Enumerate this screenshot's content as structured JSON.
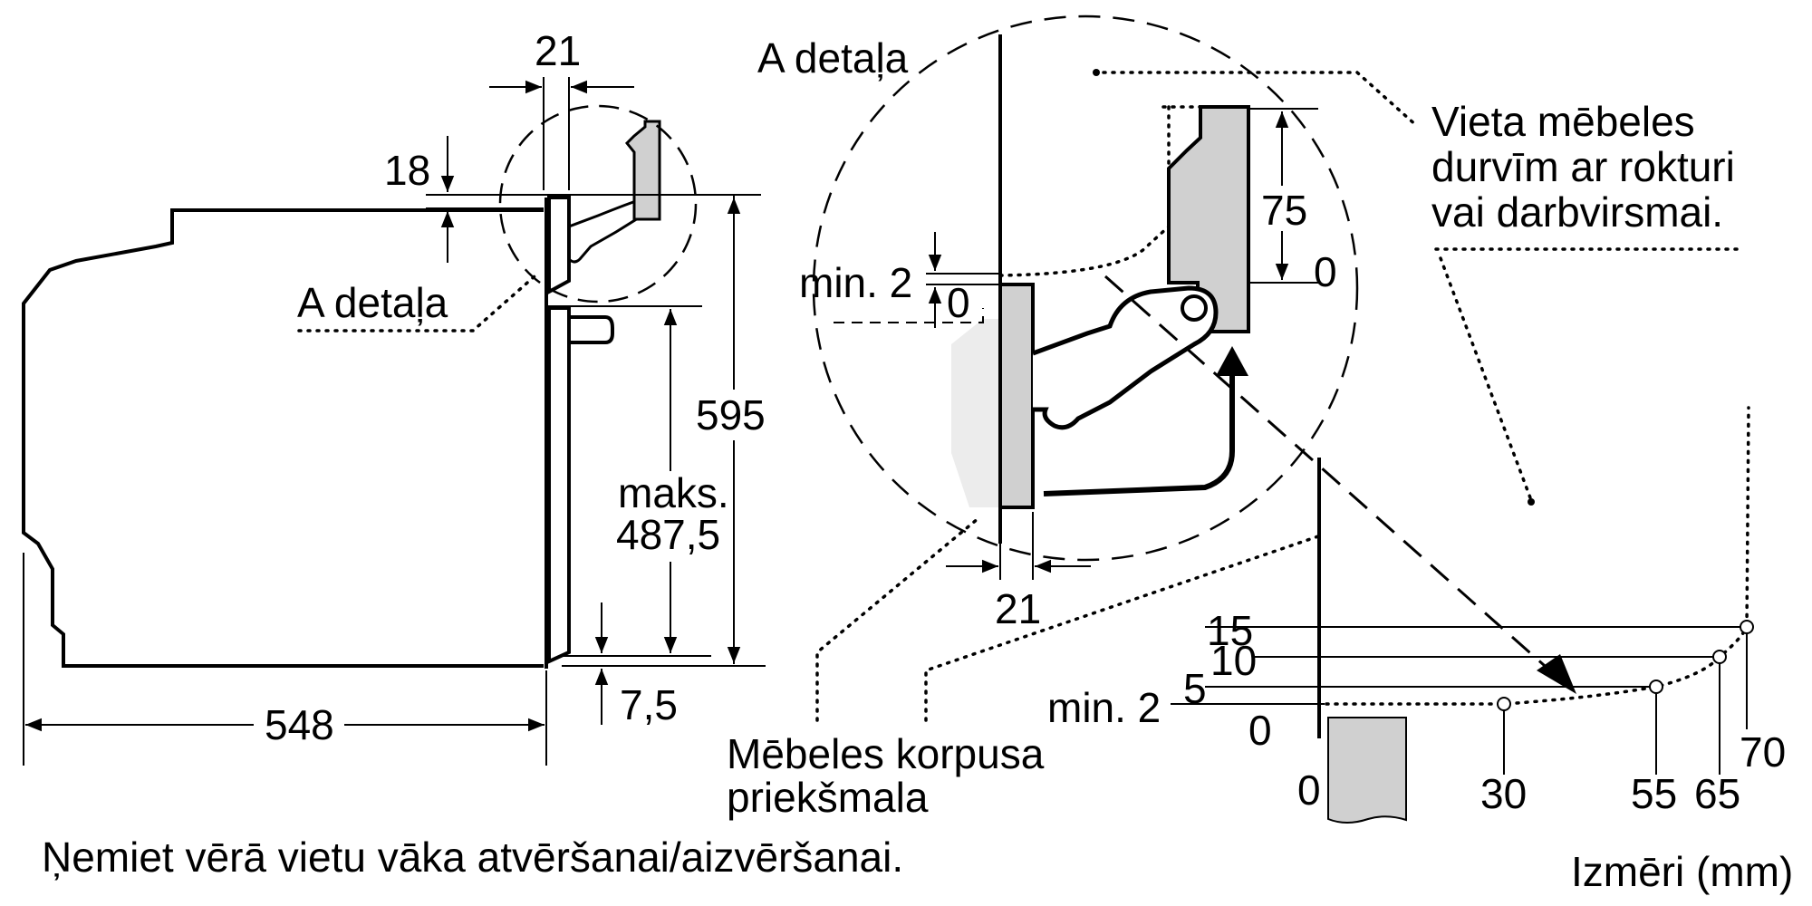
{
  "labels": {
    "detail_a_left": "A detaļa",
    "detail_a_top": "A detaļa",
    "furniture_space": [
      "Vieta mēbeles",
      "durvīm ar rokturi",
      "vai darbvirsmai."
    ],
    "cabinet_edge": [
      "Mēbeles korpusa",
      "priekšmala"
    ],
    "note": "Ņemiet vērā vietu vāka atvēršanai/aizvēršanai.",
    "units": "Izmēri (mm)"
  },
  "dims": {
    "d21_top": "21",
    "d18": "18",
    "d595": "595",
    "maks": "maks.",
    "d487": "487,5",
    "d7_5": "7,5",
    "d548": "548",
    "min2_detail": "min. 2",
    "zero_detail": "0",
    "d75": "75",
    "zero75": "0",
    "d21_detail": "21"
  },
  "graph": {
    "y_labels": [
      "15",
      "10",
      "5",
      "min. 2",
      "0"
    ],
    "x_labels": [
      "0",
      "30",
      "55",
      "65",
      "70"
    ]
  }
}
